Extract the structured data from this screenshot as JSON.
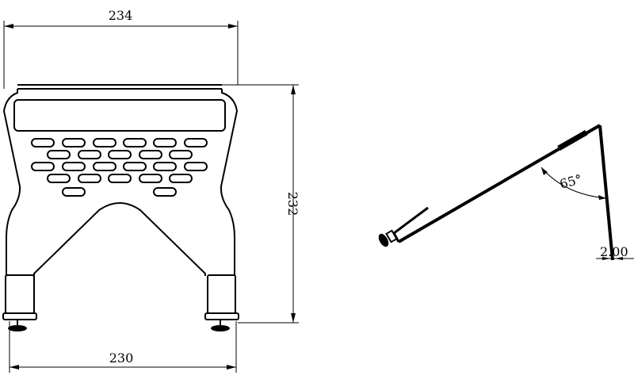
{
  "front_view": {
    "width_top_label": "234",
    "height_label": "232",
    "width_bottom_label": "230"
  },
  "side_view": {
    "angle_label": "65°",
    "thickness_label": "2.00"
  },
  "colors": {
    "line": "#000000",
    "background": "#ffffff"
  }
}
